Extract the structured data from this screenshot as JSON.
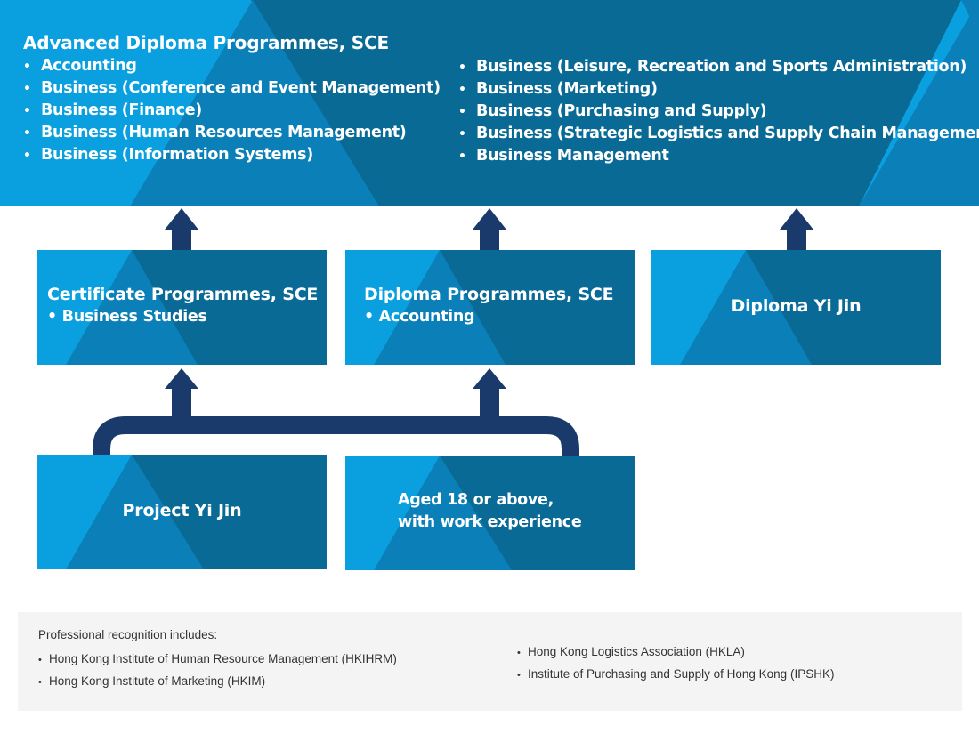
{
  "advanced": {
    "title": "Advanced Diploma Programmes, SCE",
    "bullet": "•",
    "left_items": [
      "Accounting",
      "Business (Conference and Event Management)",
      "Business (Finance)",
      "Business (Human Resources Management)",
      "Business (Information Systems)"
    ],
    "right_items": [
      "Business (Leisure, Recreation and Sports Administration)",
      "Business (Marketing)",
      "Business (Purchasing and Supply)",
      "Business (Strategic Logistics and Supply Chain Management)",
      "Business Management"
    ]
  },
  "middle": {
    "certificate": {
      "title": "Certificate Programmes, SCE",
      "item": "• Business Studies"
    },
    "diploma": {
      "title": "Diploma Programmes, SCE",
      "item": "• Accounting"
    },
    "dyj": {
      "title": "Diploma Yi Jin"
    }
  },
  "bottom": {
    "pyj": {
      "title": "Project Yi Jin"
    },
    "aged": {
      "line1": "Aged 18 or above,",
      "line2": "with work experience"
    }
  },
  "recognition": {
    "heading": "Professional recognition includes:",
    "bullet": "•",
    "left_items": [
      "Hong Kong Institute of Human Resource Management (HKIHRM)",
      "Hong Kong Institute of Marketing (HKIM)"
    ],
    "right_items": [
      "Hong Kong Logistics Association (HKLA)",
      "Institute of Purchasing and Supply of Hong Kong (IPSHK)"
    ]
  },
  "colors": {
    "light_blue": "#0aa0e0",
    "mid_blue": "#0a7fb8",
    "dark_blue": "#0a6a96",
    "navy_arrow": "#1a3a6b",
    "note_bg": "#f4f4f4"
  }
}
